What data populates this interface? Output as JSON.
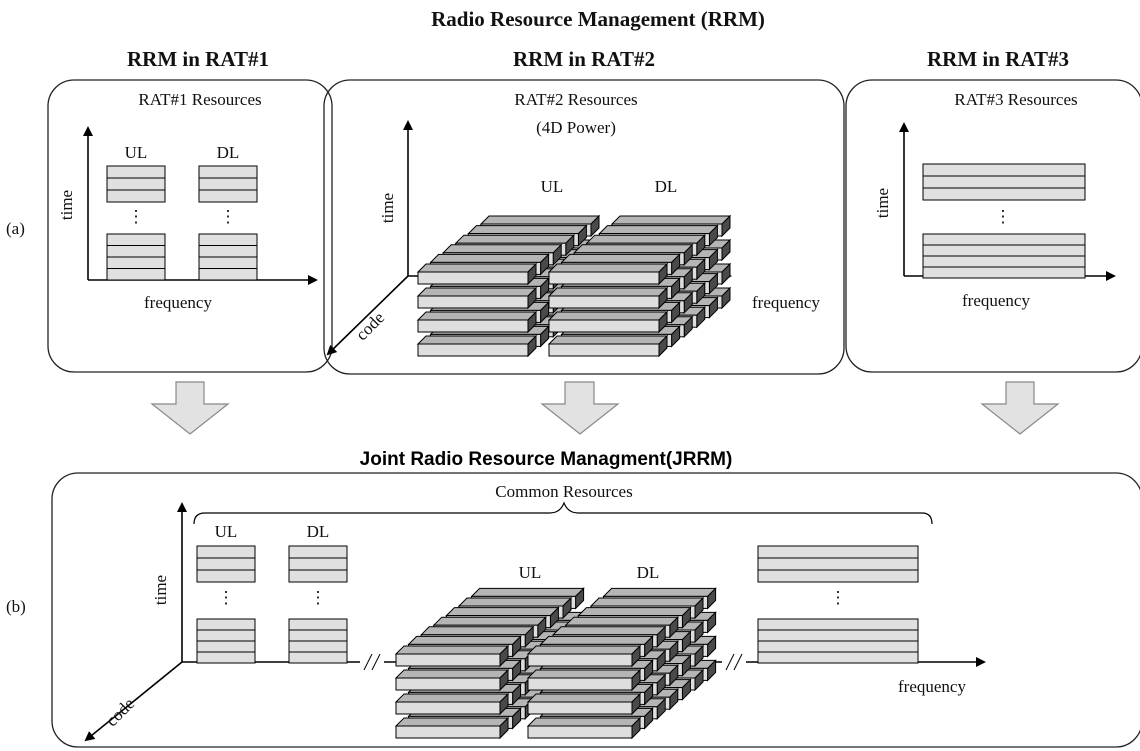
{
  "title": "Radio Resource Management (RRM)",
  "rrm_headings": [
    "RRM in RAT#1",
    "RRM in RAT#2",
    "RRM in RAT#3"
  ],
  "panel_a": {
    "label": "(a)",
    "rat1": {
      "resources": "RAT#1 Resources",
      "ul": "UL",
      "dl": "DL",
      "ylabel": "time",
      "xlabel": "frequency",
      "dots": "⋮"
    },
    "rat2": {
      "resources": "RAT#2 Resources",
      "subtitle": "(4D Power)",
      "ul": "UL",
      "dl": "DL",
      "ylabel": "time",
      "xlabel": "frequency",
      "zlabel": "code"
    },
    "rat3": {
      "resources": "RAT#3 Resources",
      "ylabel": "time",
      "xlabel": "frequency",
      "dots": "⋮"
    }
  },
  "jrrm_title": "Joint Radio Resource Managment(JRRM)",
  "panel_b": {
    "label": "(b)",
    "common": "Common Resources",
    "ul1": "UL",
    "dl1": "DL",
    "ul2": "UL",
    "dl2": "DL",
    "ylabel": "time",
    "xlabel": "frequency",
    "zlabel": "code",
    "dots": "⋮"
  },
  "colors": {
    "cell_fill": "#e0e0e0",
    "bar_front": "#dedede",
    "bar_side": "#4a4a4a",
    "arrow_fill": "#e2e2e2"
  }
}
